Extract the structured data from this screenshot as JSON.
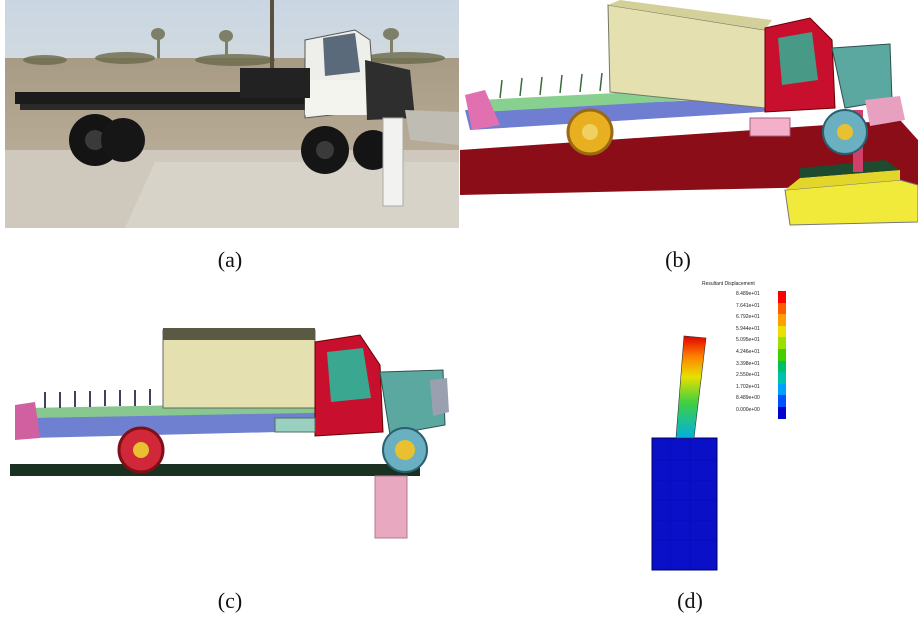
{
  "figure": {
    "captions": [
      "(a)",
      "(b)",
      "(c)",
      "(d)"
    ]
  },
  "legend_d": {
    "title": "Resultant Displacement",
    "values": [
      "8.489e+01",
      "7.641e+01",
      "6.792e+01",
      "5.944e+01",
      "5.095e+01",
      "4.246e+01",
      "3.398e+01",
      "2.550e+01",
      "1.702e+01",
      "8.489e+00",
      "0.000e+00"
    ],
    "colors": [
      "#ff0000",
      "#ff5a00",
      "#ffa000",
      "#e8e000",
      "#9ae000",
      "#40d000",
      "#00c060",
      "#00c0b0",
      "#00a0ff",
      "#0050ff",
      "#0000d0"
    ]
  },
  "colors": {
    "cab_red": "#c8102e",
    "box_beige": "#e4e0b0",
    "ground_dark_red": "#8b0d18",
    "chassis_blue": "#7080d0",
    "wheel_yellow": "#e8b020",
    "platform_yellow": "#f2ea3a",
    "pillar_pink": "#e8a8c0",
    "block_blue": "#0a10c8",
    "ground_green": "#1a3020"
  }
}
